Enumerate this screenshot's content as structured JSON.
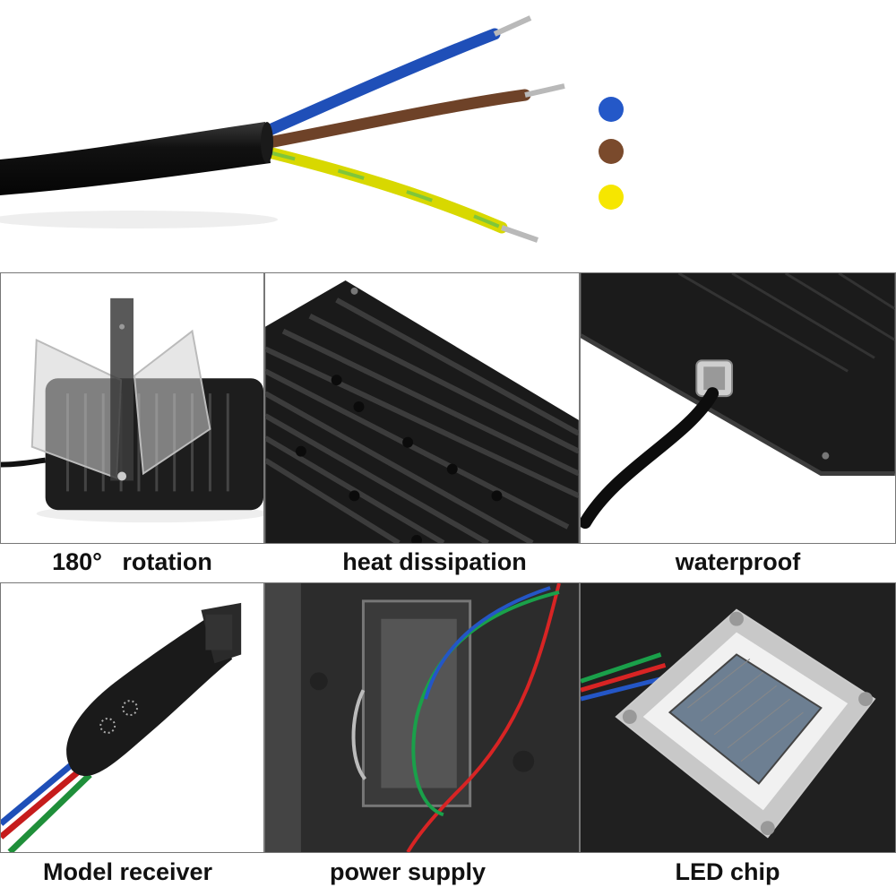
{
  "cable": {
    "wire_colors": [
      {
        "name": "blue-dot",
        "color": "#2458c8"
      },
      {
        "name": "brown-dot",
        "color": "#7a4a2c"
      },
      {
        "name": "yellow-dot",
        "color": "#f6e600"
      }
    ]
  },
  "features": [
    {
      "id": "rotation",
      "caption": "180°   rotation"
    },
    {
      "id": "heat",
      "caption": "heat dissipation"
    },
    {
      "id": "waterproof",
      "caption": "waterproof"
    },
    {
      "id": "receiver",
      "caption": "Model receiver"
    },
    {
      "id": "power",
      "caption": "power supply"
    },
    {
      "id": "led",
      "caption": "LED chip"
    }
  ]
}
